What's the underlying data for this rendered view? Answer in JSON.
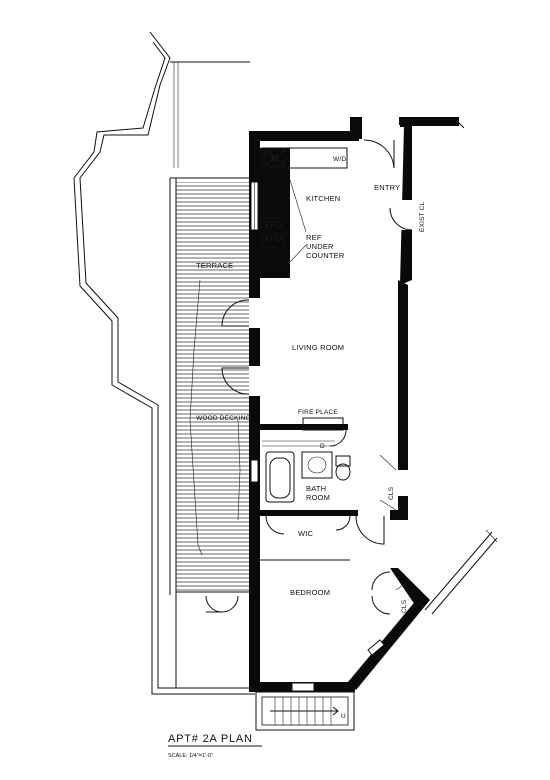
{
  "plan": {
    "title": "APT# 2A PLAN",
    "scale_text": "SCALE: 1/4\"=1'-0\"",
    "rooms": {
      "kitchen": "KITCHEN",
      "entry": "ENTRY",
      "wd": "W/D",
      "exist_cl": "EXIST CL",
      "ref_line1": "REF",
      "ref_line2": "UNDER",
      "ref_line3": "COUNTER",
      "terrace": "TERRACE",
      "living_room": "LIVING ROOM",
      "wood_decking": "WOOD DECKING",
      "fire_place": "FIRE PLACE",
      "bath_line1": "BATH",
      "bath_line2": "ROOM",
      "cls_upper": "CLS",
      "wic": "WIC",
      "bedroom": "BEDROOM",
      "cls_lower": "CLS"
    },
    "stair_marks": {
      "down": "D",
      "up": "U"
    }
  }
}
